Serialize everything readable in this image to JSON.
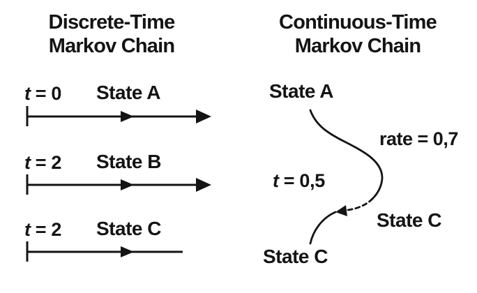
{
  "colors": {
    "ink": "#141414",
    "background": "#ffffff"
  },
  "discrete": {
    "title_line1": "Discrete-Time",
    "title_line2": "Markov Chain",
    "rows": [
      {
        "t_symbol": "t",
        "t_value": "= 0",
        "state": "State A"
      },
      {
        "t_symbol": "t",
        "t_value": "= 2",
        "state": "State B"
      },
      {
        "t_symbol": "t",
        "t_value": "= 2",
        "state": "State C"
      }
    ]
  },
  "continuous": {
    "title_line1": "Continuous-Time",
    "title_line2": "Markov Chain",
    "state_a_label": "State A",
    "rate_label": "rate = 0,7",
    "t_symbol": "t",
    "t_value": "= 0,5",
    "state_c_mid_label": "State C",
    "state_c_bottom_label": "State C"
  }
}
